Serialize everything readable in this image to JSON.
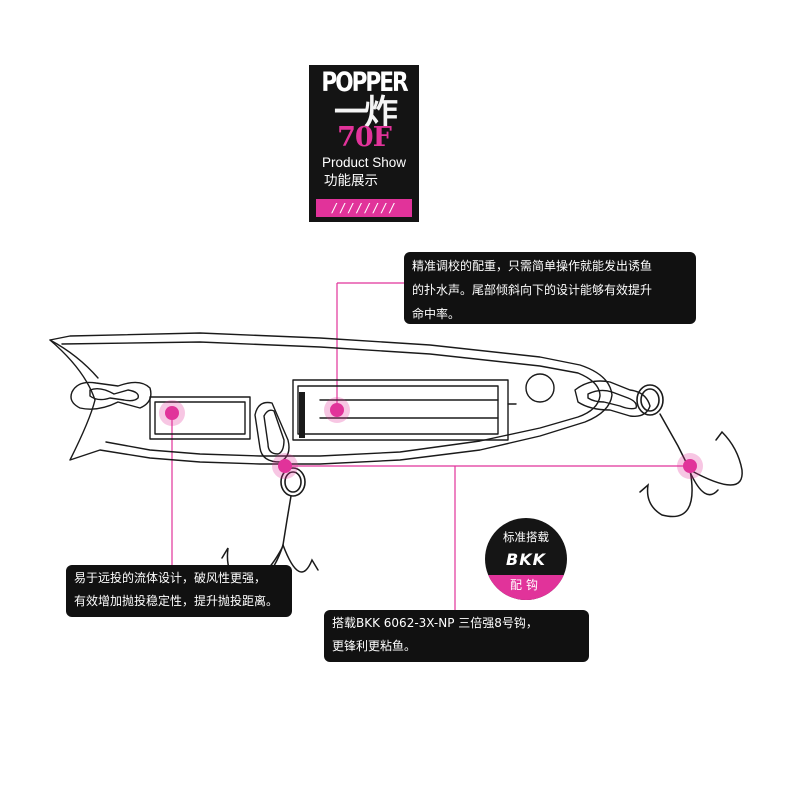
{
  "badge": {
    "line1": "POPPER",
    "line2": "一炸",
    "line3": "70F",
    "line4": "Product Show",
    "line5": "功能展示",
    "stripe": "////////"
  },
  "callouts": {
    "top": {
      "lines": [
        "精准调校的配重，只需简单操作就能发出诱鱼",
        "的扑水声。尾部倾斜向下的设计能够有效提升",
        "命中率。"
      ]
    },
    "left": {
      "lines": [
        "易于远投的流体设计，破风性更强，",
        "有效增加抛投稳定性，提升抛投距离。"
      ]
    },
    "bottom": {
      "lines": [
        "搭载BKK 6062-3X-NP 三倍强8号钩，",
        "更锋利更粘鱼。"
      ]
    }
  },
  "hook_badge": {
    "top": "标准搭载",
    "logo": "BKK",
    "bottom": "配钩"
  },
  "colors": {
    "accent": "#e1339a",
    "line": "#1a1a1a",
    "panel": "#111111"
  }
}
